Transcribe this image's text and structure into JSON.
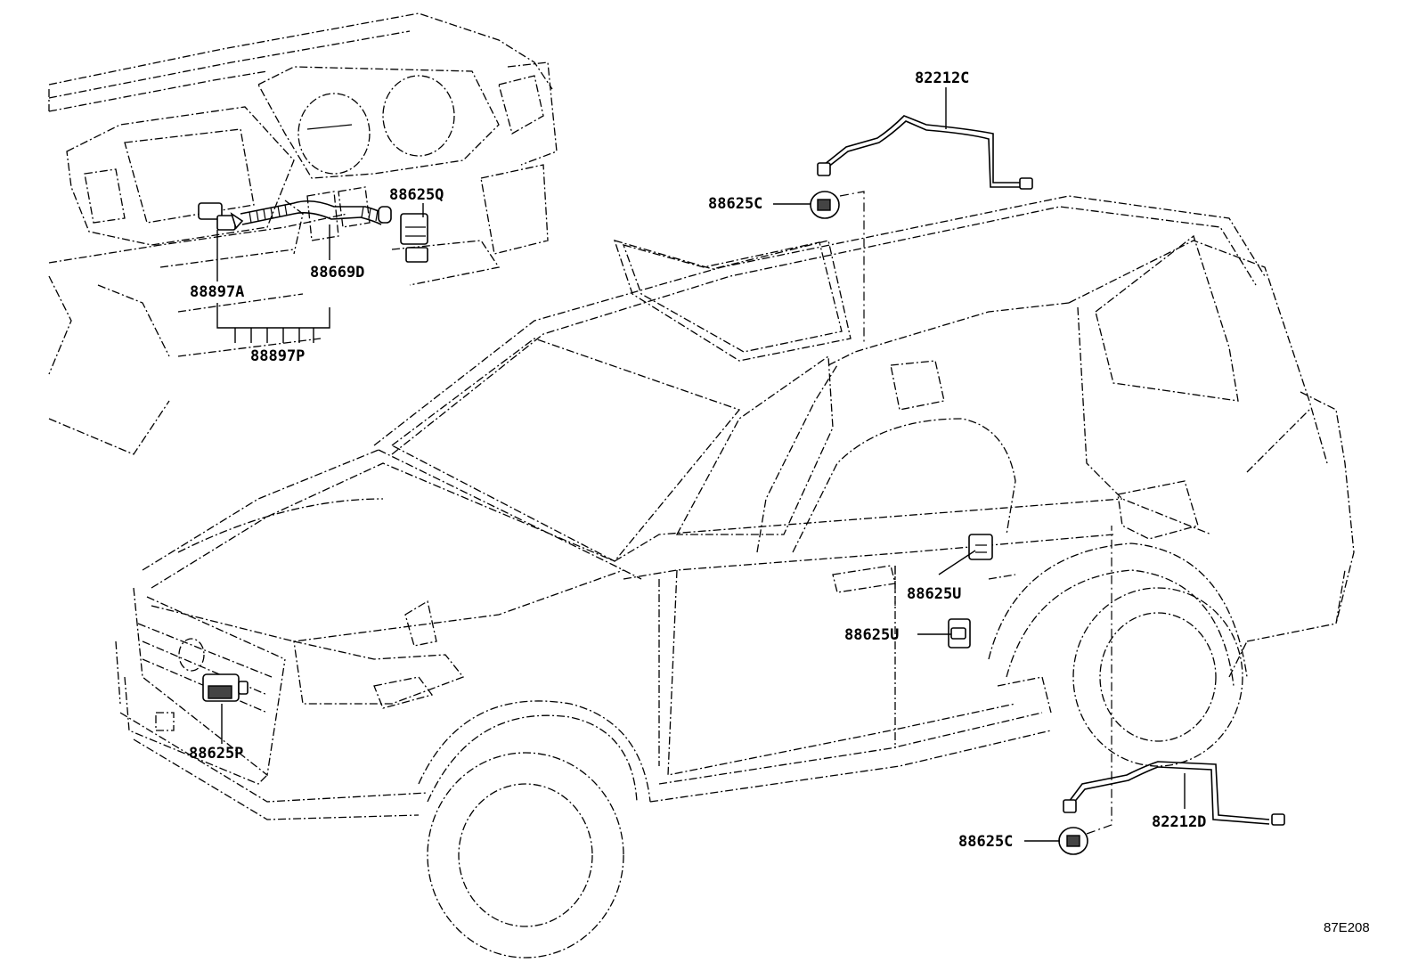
{
  "diagram": {
    "reference_code": "87E208",
    "parts": {
      "p_82212C": "82212C",
      "p_88625C_top": "88625C",
      "p_88625Q": "88625Q",
      "p_88897A": "88897A",
      "p_88669D": "88669D",
      "p_88897P": "88897P",
      "p_88625U_upper": "88625U",
      "p_88625U_lower": "88625U",
      "p_88625P": "88625P",
      "p_82212D": "82212D",
      "p_88625C_bottom": "88625C"
    }
  }
}
